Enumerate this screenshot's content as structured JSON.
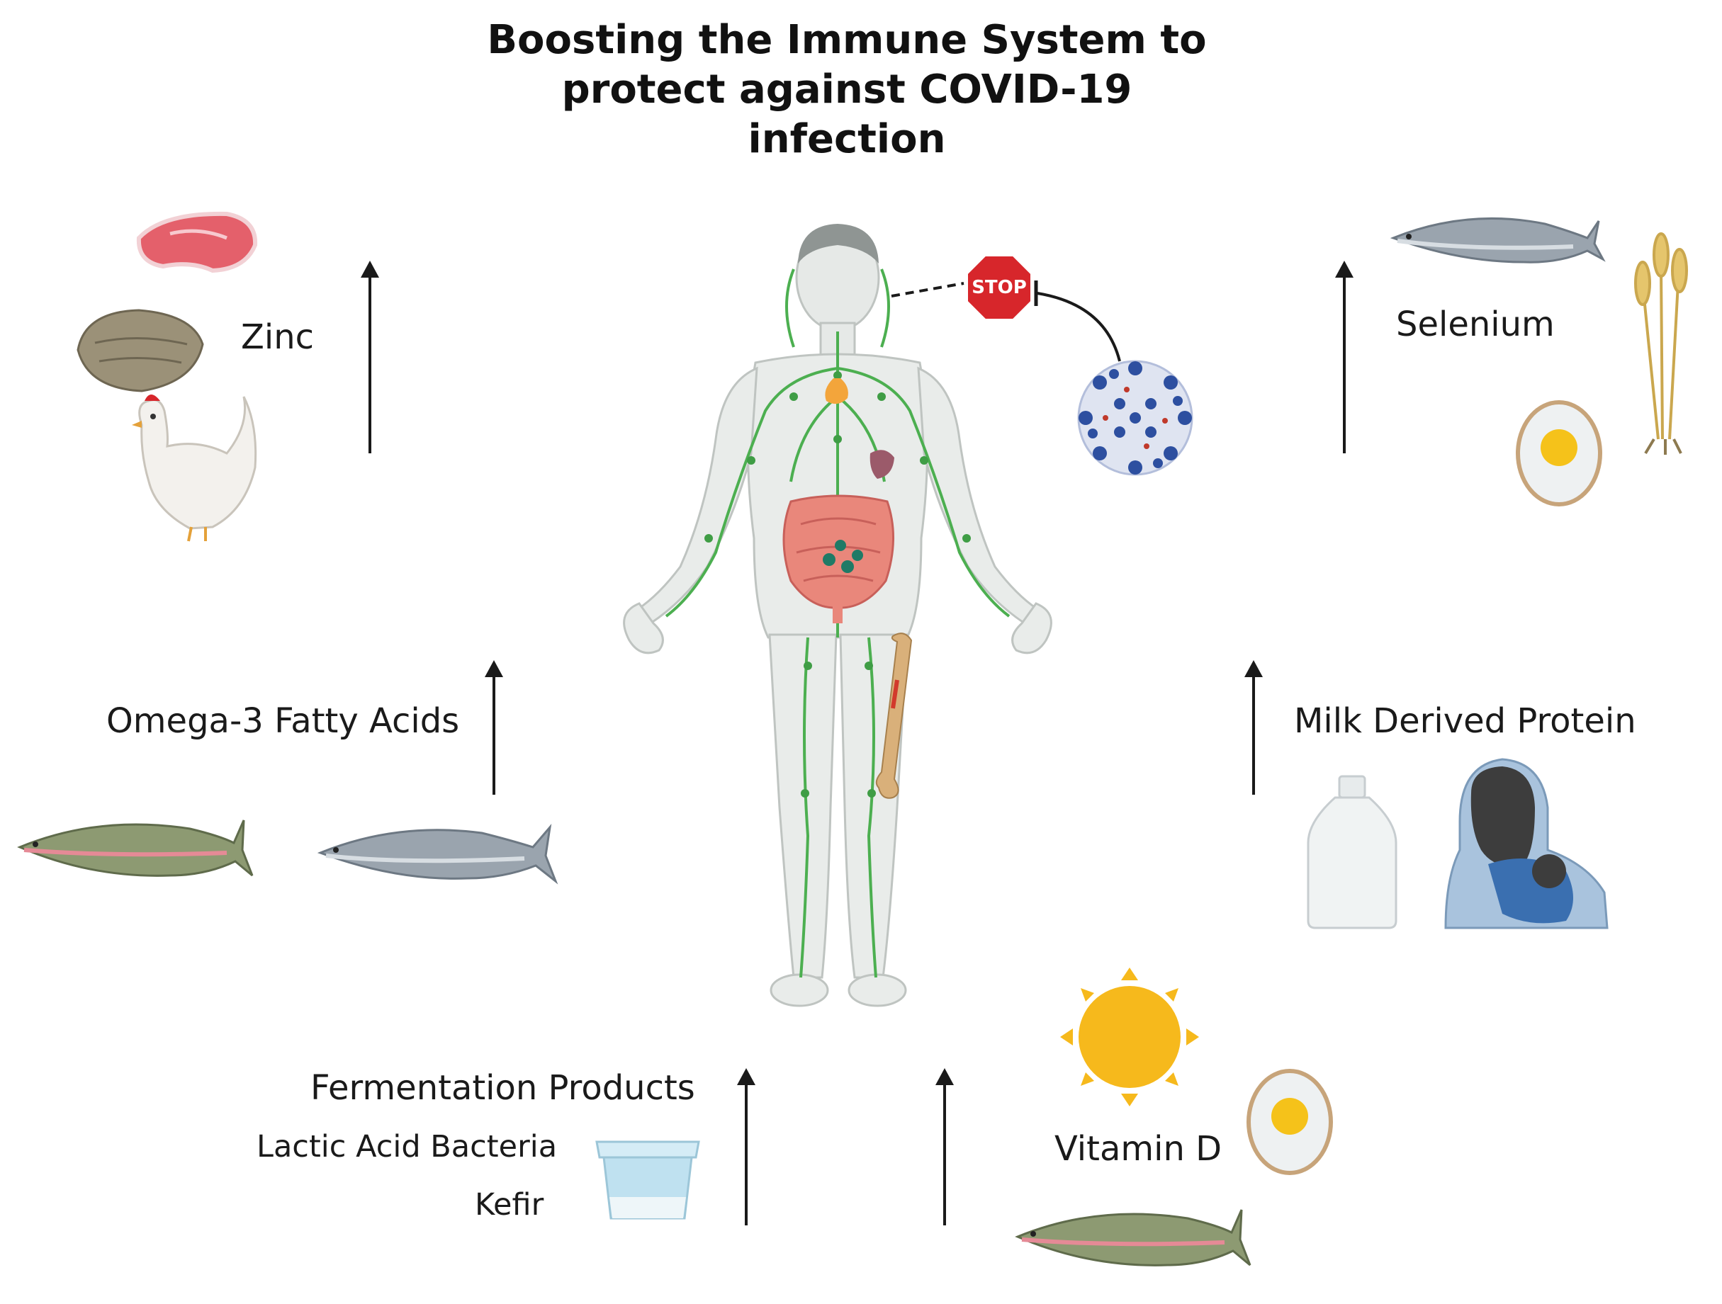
{
  "title": {
    "line1": "Boosting the Immune System to",
    "line2": "protect against COVID-19",
    "line3": "infection"
  },
  "stop_sign_text": "STOP",
  "nutrients": {
    "zinc": {
      "label": "Zinc",
      "sources": [
        "meat-steak",
        "oyster",
        "chicken"
      ]
    },
    "selenium": {
      "label": "Selenium",
      "sources": [
        "salmon",
        "wheat",
        "egg"
      ]
    },
    "omega3": {
      "label": "Omega-3 Fatty Acids",
      "sources": [
        "trout",
        "salmon"
      ]
    },
    "milk_protein": {
      "label": "Milk Derived Protein",
      "sources": [
        "milk-bottle",
        "breastfeeding-mother"
      ]
    },
    "fermentation": {
      "label": "Fermentation Products",
      "items": [
        "Lactic Acid Bacteria",
        "Kefir"
      ],
      "sources": [
        "yogurt-cup"
      ]
    },
    "vitamin_d": {
      "label": "Vitamin D",
      "sources": [
        "sun",
        "egg",
        "trout"
      ]
    }
  },
  "colors": {
    "arrow": "#1a1a1a",
    "lymph": "#4caf50",
    "body": "#e9ecea",
    "stop": "#d7262b",
    "virus": "#2d4fa0",
    "sun": "#f6b91c",
    "intestine": "#e9877b"
  }
}
